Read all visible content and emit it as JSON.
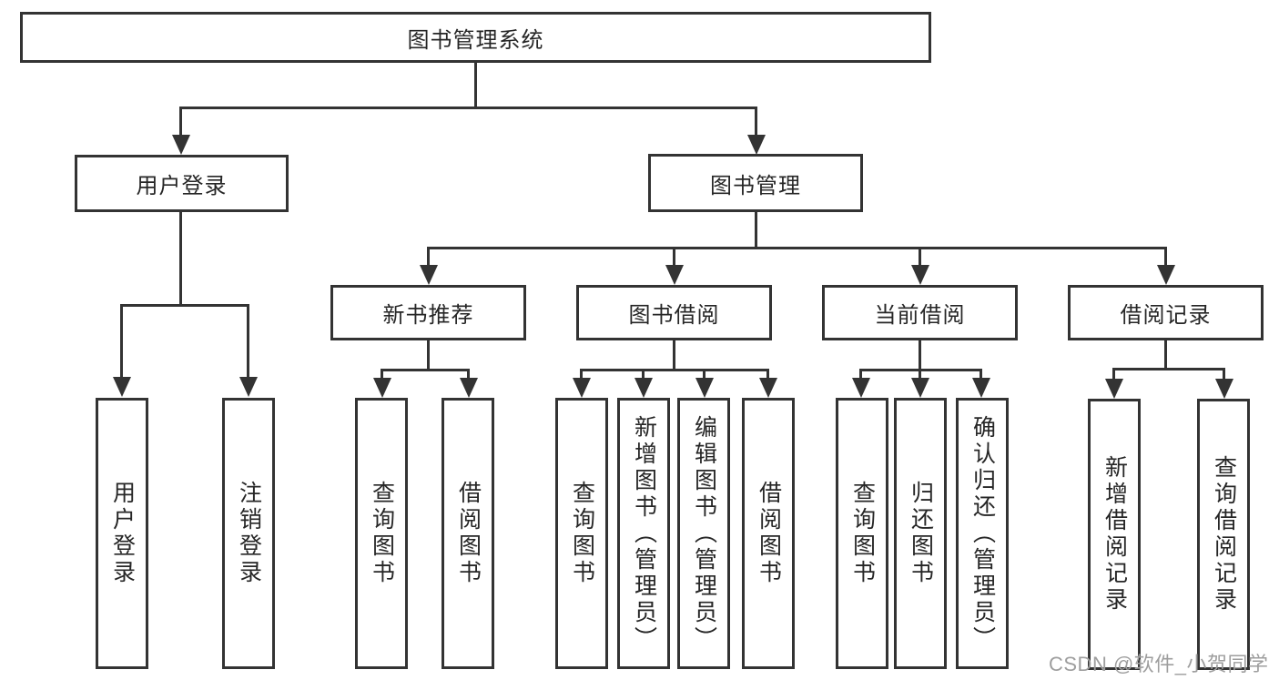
{
  "diagram": {
    "root": "图书管理系统",
    "branches": [
      {
        "label": "用户登录",
        "children": [
          "用户登录",
          "注销登录"
        ]
      },
      {
        "label": "图书管理",
        "children": [
          {
            "label": "新书推荐",
            "children": [
              "查询图书",
              "借阅图书"
            ]
          },
          {
            "label": "图书借阅",
            "children": [
              "查询图书",
              "新增图书（管理员）",
              "编辑图书（管理员）",
              "借阅图书"
            ]
          },
          {
            "label": "当前借阅",
            "children": [
              "查询图书",
              "归还图书",
              "确认归还（管理员）"
            ]
          },
          {
            "label": "借阅记录",
            "children": [
              "新增借阅记录",
              "查询借阅记录"
            ]
          }
        ]
      }
    ]
  },
  "watermark": "CSDN @软件_小贺同学",
  "colors": {
    "line": "#333333",
    "text": "#262626",
    "background": "#ffffff",
    "watermark": "#9e9e9e"
  }
}
